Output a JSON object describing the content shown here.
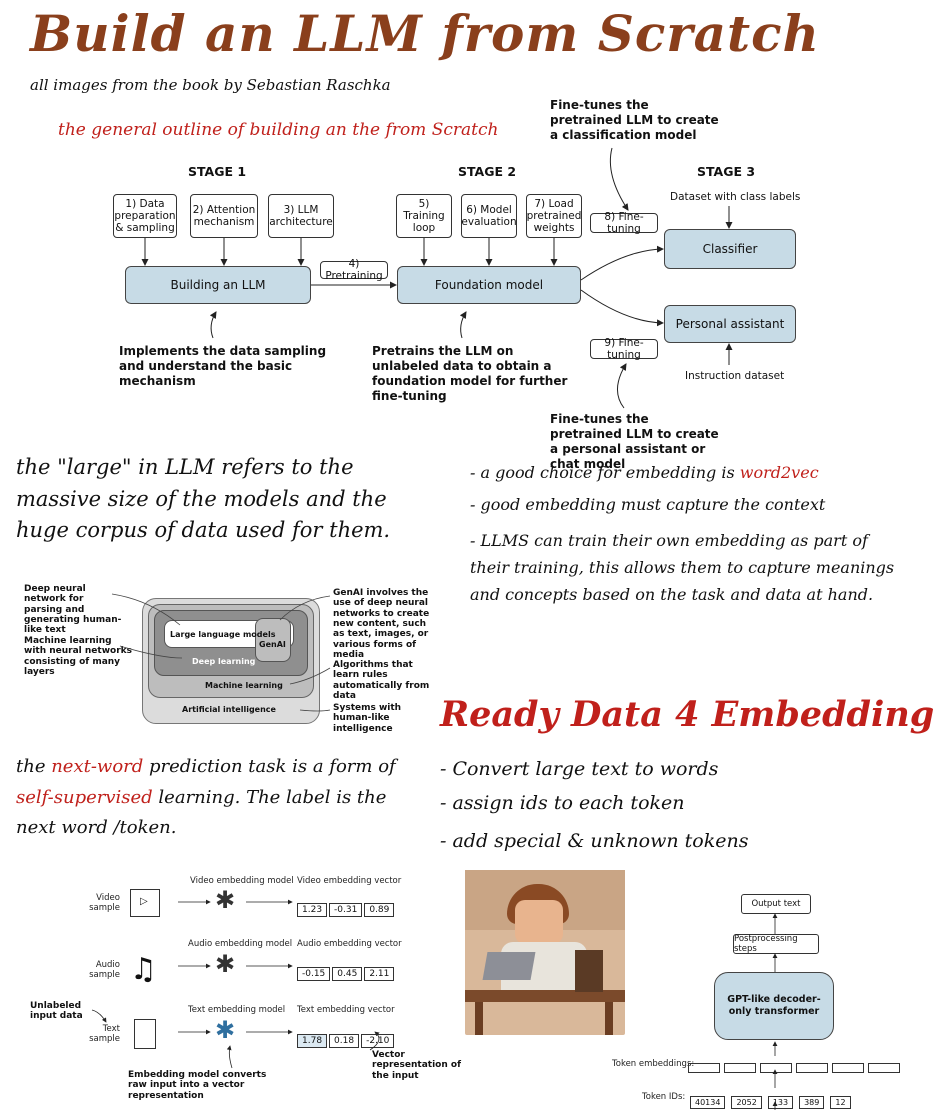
{
  "title": "Build an LLM from Scratch",
  "subtitle": "all images from the book by Sebastian Raschka",
  "outline_caption": "the general outline of building an the from Scratch",
  "stages": {
    "stage1": "STAGE 1",
    "stage2": "STAGE 2",
    "stage3": "STAGE 3",
    "step1": "1) Data preparation & sampling",
    "step2": "2) Attention mechanism",
    "step3": "3) LLM architecture",
    "step4": "4) Pretraining",
    "step5": "5) Training loop",
    "step6": "6) Model evaluation",
    "step7": "7) Load pretrained weights",
    "step8": "8) Fine-tuning",
    "step9": "9) Fine-tuning",
    "building": "Building an LLM",
    "foundation": "Foundation model",
    "classifier": "Classifier",
    "assistant": "Personal assistant",
    "dataset_labels": "Dataset with class labels",
    "instruction_dataset": "Instruction dataset",
    "note_top": "Fine-tunes the pretrained LLM to create a classification model",
    "note_impl": "Implements the data sampling and understand the basic mechanism",
    "note_pretrain": "Pretrains the LLM on unlabeled data to obtain a foundation model for further fine-tuning",
    "note_bottom": "Fine-tunes the pretrained LLM to create a personal assistant or chat model"
  },
  "large_text": "the \"large\" in LLM refers to the massive size of the models and the huge corpus of data used for them.",
  "embedding_notes": {
    "b1_pre": "- a good choice for embedding is ",
    "b1_red": "word2vec",
    "b2": "- good embedding must capture the context",
    "b3": "- LLMS can train their own embedding as part of their training, this allows them to capture meanings and concepts based on the task and data at hand."
  },
  "venn": {
    "dnn": "Deep neural network for parsing and generating human-like text",
    "ml_desc": "Machine learning with neural networks consisting of many layers",
    "genai_desc": "GenAI involves the use of deep neural networks to create new content, such as text, images, or various forms of media",
    "algo": "Algorithms that learn rules automatically from data",
    "systems": "Systems with human-like intelligence",
    "llm": "Large language models",
    "genai": "GenAI",
    "dl": "Deep learning",
    "ml": "Machine learning",
    "ai": "Artificial intelligence"
  },
  "ready_heading": "Ready Data 4 Embedding",
  "ready_list": [
    "- Convert large text to words",
    "- assign ids to each token",
    "- add special & unknown tokens"
  ],
  "next_word": {
    "p1": "the ",
    "r1": "next-word",
    "p2": " prediction task is a form of ",
    "r2": "self-supervised",
    "p3": " learning. The label is the next word /token."
  },
  "embed_fig": {
    "video_sample": "Video sample",
    "audio_sample": "Audio sample",
    "text_sample": "Text sample",
    "video_model": "Video embedding model",
    "audio_model": "Audio embedding model",
    "text_model": "Text embedding model",
    "video_vec_label": "Video embedding vector",
    "audio_vec_label": "Audio embedding vector",
    "text_vec_label": "Text embedding vector",
    "video_vec": [
      "1.23",
      "-0.31",
      "0.89"
    ],
    "audio_vec": [
      "-0.15",
      "0.45",
      "2.11"
    ],
    "text_vec": [
      "1.78",
      "0.18",
      "-2.10"
    ],
    "unlabeled": "Unlabeled input data",
    "converts": "Embedding model converts raw input into a vector representation",
    "vector_rep": "Vector representation of the input"
  },
  "gpt_fig": {
    "output": "Output text",
    "post": "Postprocessing steps",
    "gpt": "GPT-like decoder-only transformer",
    "tok_emb": "Token embeddings:",
    "tok_ids": "Token IDs:",
    "ids": [
      "40134",
      "2052",
      "133",
      "389",
      "12"
    ]
  },
  "colors": {
    "title": "#8a3f1c",
    "red": "#c0201b",
    "blue_box": "#c7dbe6"
  }
}
